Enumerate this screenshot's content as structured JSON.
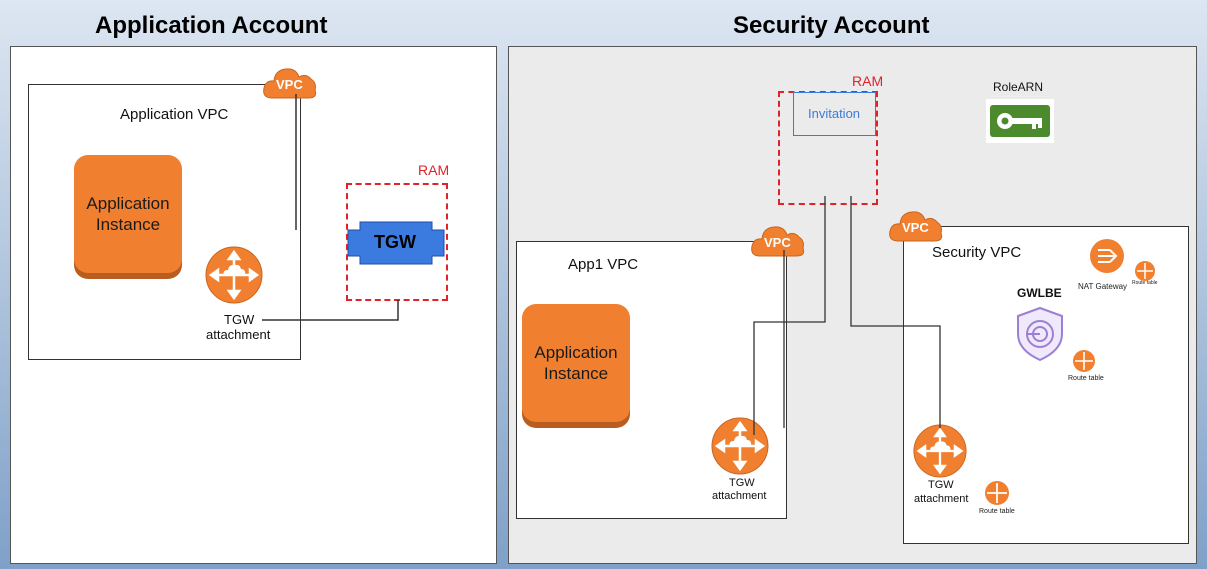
{
  "titles": {
    "application_account": "Application Account",
    "security_account": "Security Account"
  },
  "application_account": {
    "vpc_icon_text": "VPC",
    "vpc_label": "Application VPC",
    "instance_label_line1": "Application",
    "instance_label_line2": "Instance",
    "tgw_attachment_line1": "TGW",
    "tgw_attachment_line2": "attachment",
    "ram_label": "RAM",
    "tgw_label": "TGW"
  },
  "security_account": {
    "ram_label": "RAM",
    "invitation_label": "Invitation",
    "rolearn_label": "RoleARN",
    "app1_vpc_icon_text": "VPC",
    "app1_vpc_label": "App1 VPC",
    "instance_label_line1": "Application",
    "instance_label_line2": "Instance",
    "app1_tgw_attachment_line1": "TGW",
    "app1_tgw_attachment_line2": "attachment",
    "security_vpc_icon_text": "VPC",
    "security_vpc_label": "Security VPC",
    "nat_gateway_label": "NAT Gateway",
    "nat_route_table_label": "Route table",
    "gwlbe_label": "GWLBE",
    "gwlbe_route_table_label": "Route table",
    "sec_tgw_attachment_line1": "TGW",
    "sec_tgw_attachment_line2": "attachment",
    "tgw_route_table_label": "Route table"
  },
  "colors": {
    "aws_orange": "#f0802f",
    "ram_red": "#e0222a",
    "tgw_blue": "#3b7be0",
    "invitation_blue": "#3b7be0",
    "key_green": "#4c8a2e",
    "gwlbe_purple": "#9b7fd6"
  },
  "icons": [
    "vpc-cloud-icon",
    "transit-gateway-attachment-icon",
    "route-table-icon",
    "nat-gateway-icon",
    "gwlb-endpoint-icon",
    "key-icon"
  ]
}
